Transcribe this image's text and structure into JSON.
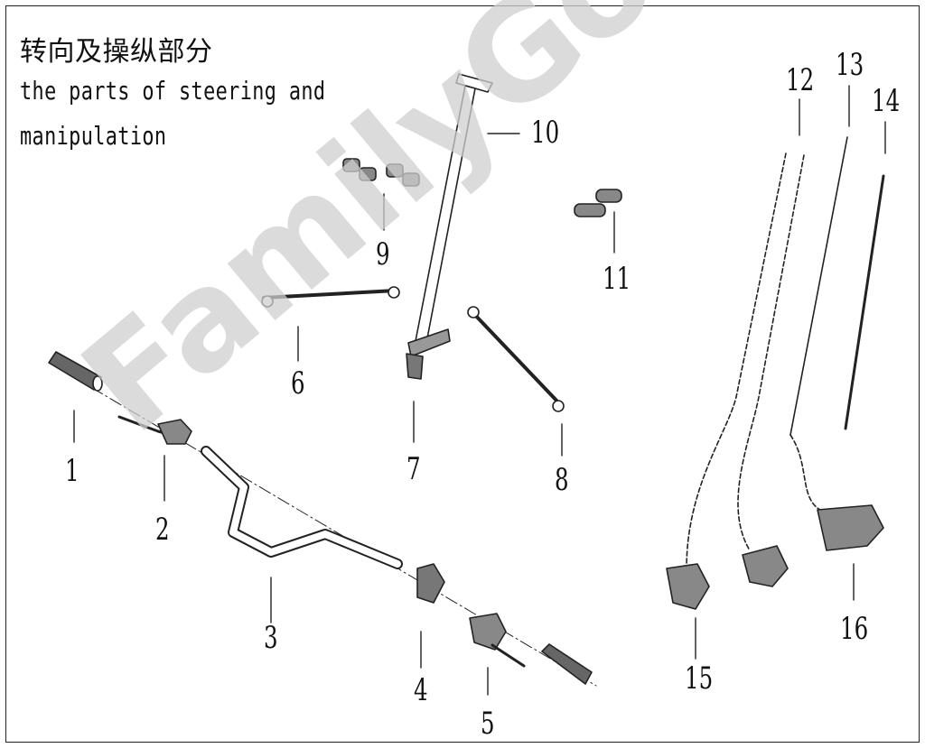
{
  "title": {
    "cn": "转向及操纵部分",
    "en_line1": "the parts of steering and",
    "en_line2": "manipulation"
  },
  "watermark": "FamilyGoKarts.com",
  "callouts": [
    "1",
    "2",
    "3",
    "4",
    "5",
    "6",
    "7",
    "8",
    "9",
    "10",
    "11",
    "12",
    "13",
    "14",
    "15",
    "16"
  ],
  "colors": {
    "line": "#222222",
    "watermark": "#cfcfcf"
  }
}
